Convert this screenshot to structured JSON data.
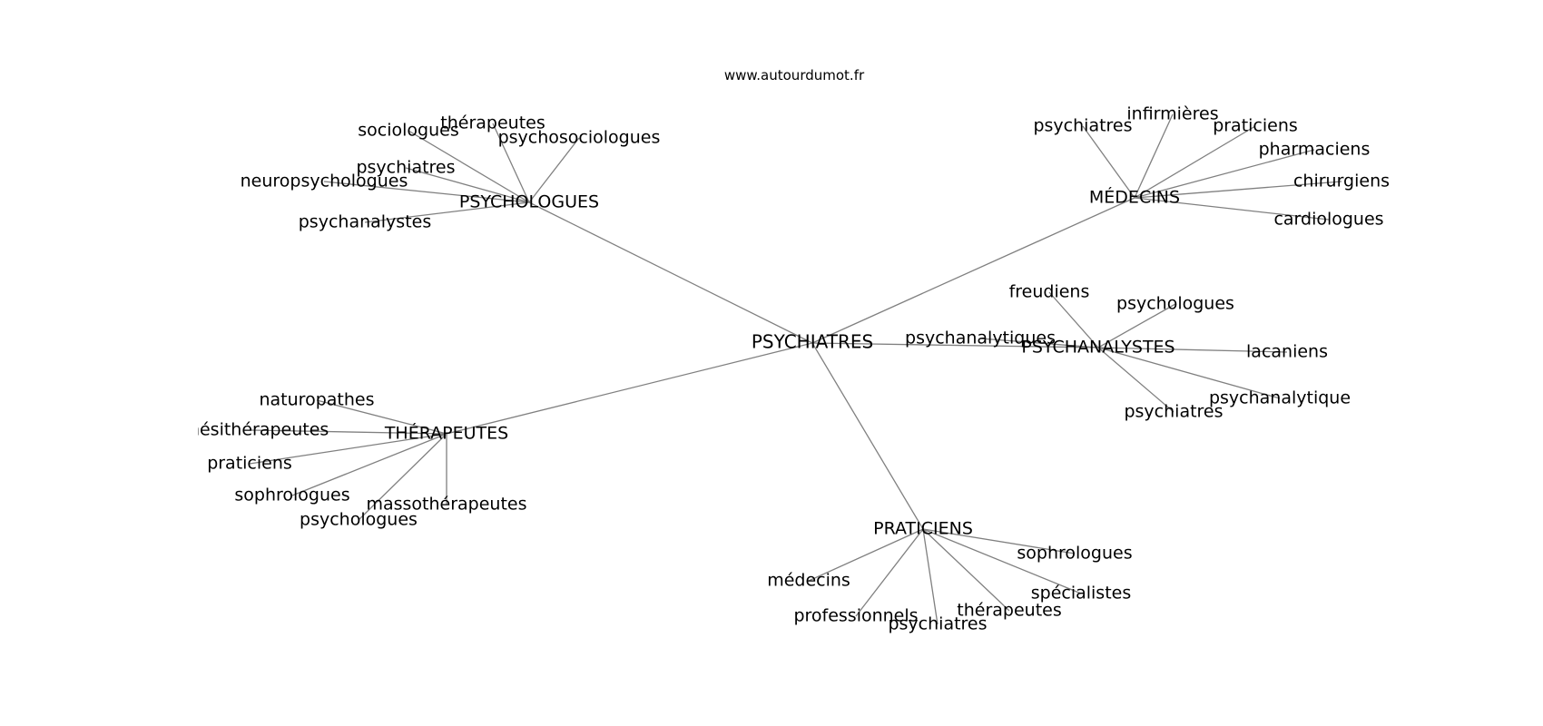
{
  "site": "www.autourdumot.fr",
  "center": {
    "label": "PSYCHIATRES"
  },
  "clusters": [
    {
      "hub": "PSYCHOLOGUES",
      "leaves": [
        "sociologues",
        "thérapeutes",
        "psychosociologues",
        "psychiatres",
        "neuropsychologues",
        "psychanalystes"
      ]
    },
    {
      "hub": "MÉDECINS",
      "leaves": [
        "psychiatres",
        "infirmières",
        "praticiens",
        "pharmaciens",
        "chirurgiens",
        "cardiologues"
      ]
    },
    {
      "hub": "PSYCHANALYSTES",
      "leaves": [
        "freudiens",
        "psychologues",
        "psychanalytiques",
        "lacaniens",
        "psychanalytique",
        "psychiatres"
      ]
    },
    {
      "hub": "THÉRAPEUTES",
      "leaves": [
        "naturopathes",
        "kinésithérapeutes",
        "praticiens",
        "sophrologues",
        "massothérapeutes",
        "psychologues"
      ]
    },
    {
      "hub": "PRATICIENS",
      "leaves": [
        "sophrologues",
        "médecins",
        "spécialistes",
        "thérapeutes",
        "professionnels",
        "psychiatres"
      ]
    }
  ]
}
